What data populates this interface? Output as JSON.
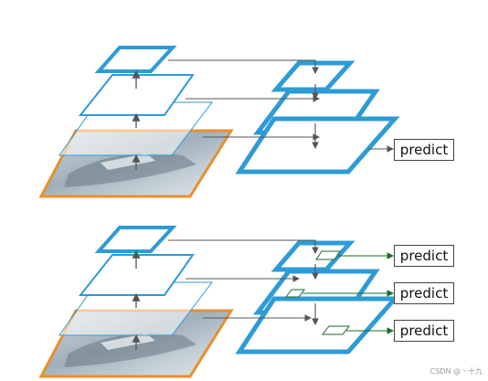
{
  "top": {
    "predict_label": "predict"
  },
  "bottom": {
    "predict_labels": [
      "predict",
      "predict",
      "predict"
    ]
  },
  "colors": {
    "pyramid_blue": "#2e9bd6",
    "image_orange": "#e8902c",
    "arrow_gray": "#555555",
    "anchor_green": "#1a6b2a"
  },
  "watermark": "CSDN @丶十九"
}
